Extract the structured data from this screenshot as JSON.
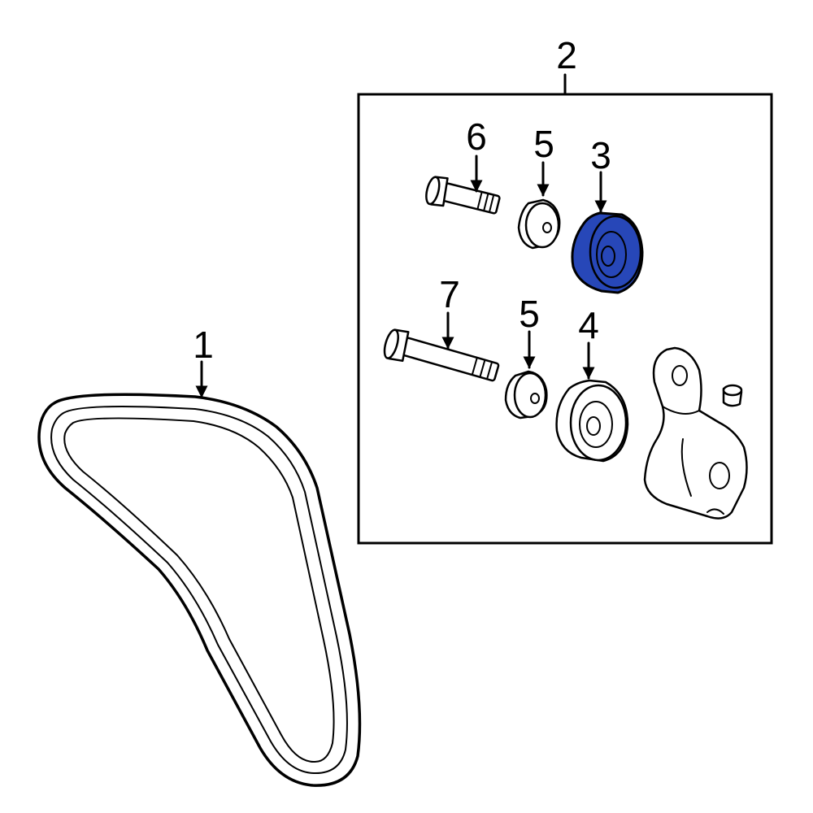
{
  "diagram": {
    "highlight_color": "#2747b8",
    "callouts": {
      "belt": "1",
      "tensioner_assembly": "2",
      "idler_pulley": "3",
      "tensioner_pulley": "4",
      "dust_cap_upper": "5",
      "dust_cap_lower": "5",
      "upper_bolt": "6",
      "lower_bolt": "7"
    },
    "highlighted_part": "idler_pulley"
  }
}
